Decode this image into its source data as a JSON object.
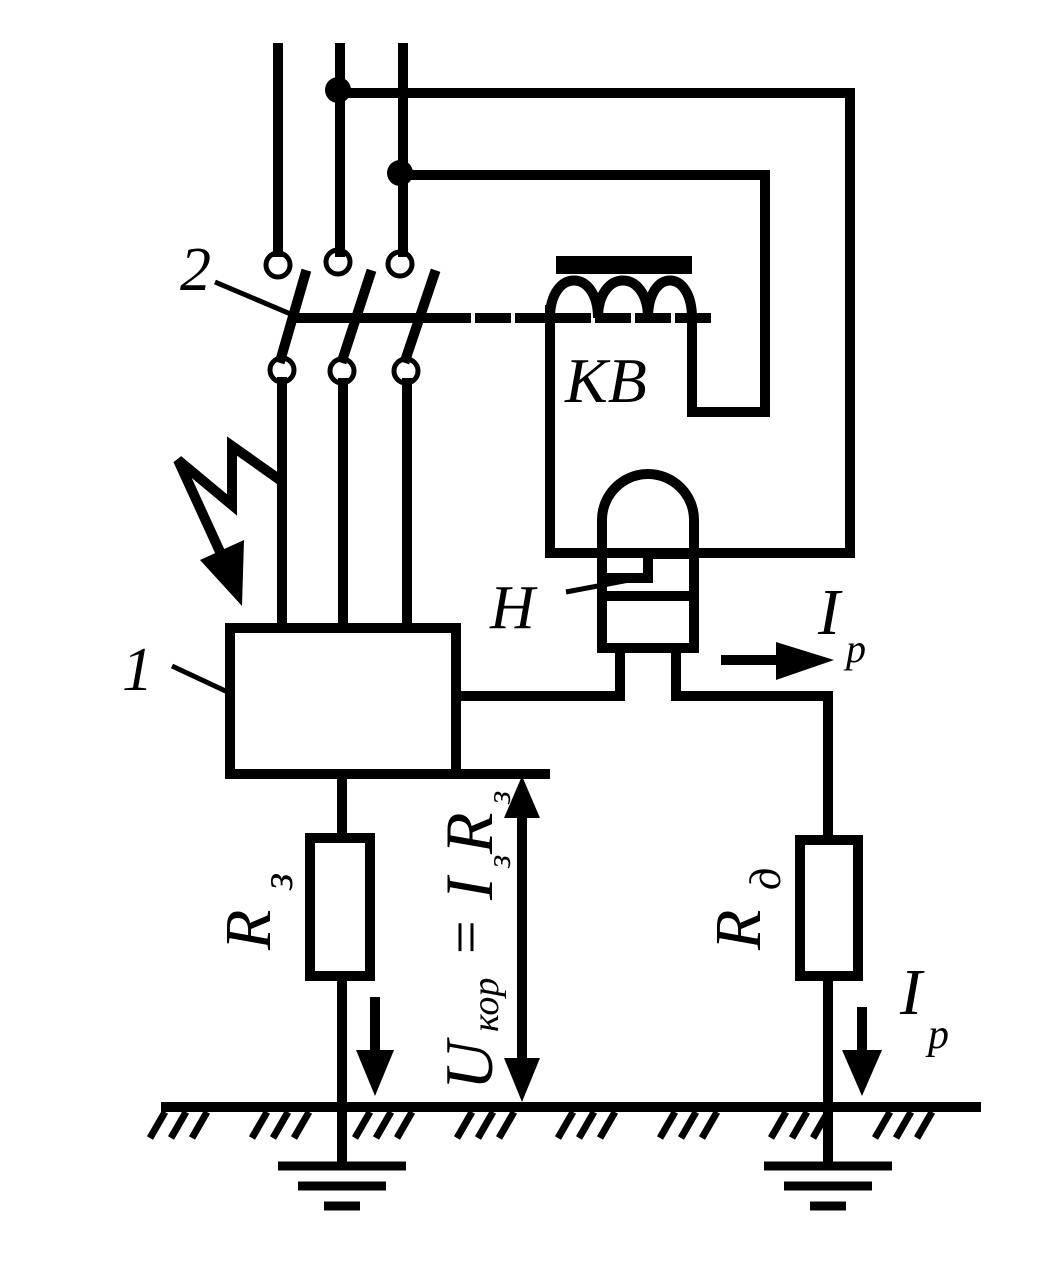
{
  "labels": {
    "load_1": "1",
    "switch_2": "2",
    "relay": "KB",
    "filter": "H",
    "current_top_main": "I",
    "current_top_sub": "p",
    "current_bottom_main": "I",
    "current_bottom_sub": "p",
    "r_ground_main": "R",
    "r_ground_sub": "з",
    "r_extra_main": "R",
    "r_extra_sub": "д",
    "voltage_main": "U",
    "voltage_sub": "кор",
    "voltage_eq": "=",
    "voltage_i": "I",
    "voltage_r": "R",
    "voltage_r_sub": "з",
    "voltage_i_sub": "з"
  },
  "colors": {
    "line": "#000000",
    "background": "#ffffff"
  }
}
